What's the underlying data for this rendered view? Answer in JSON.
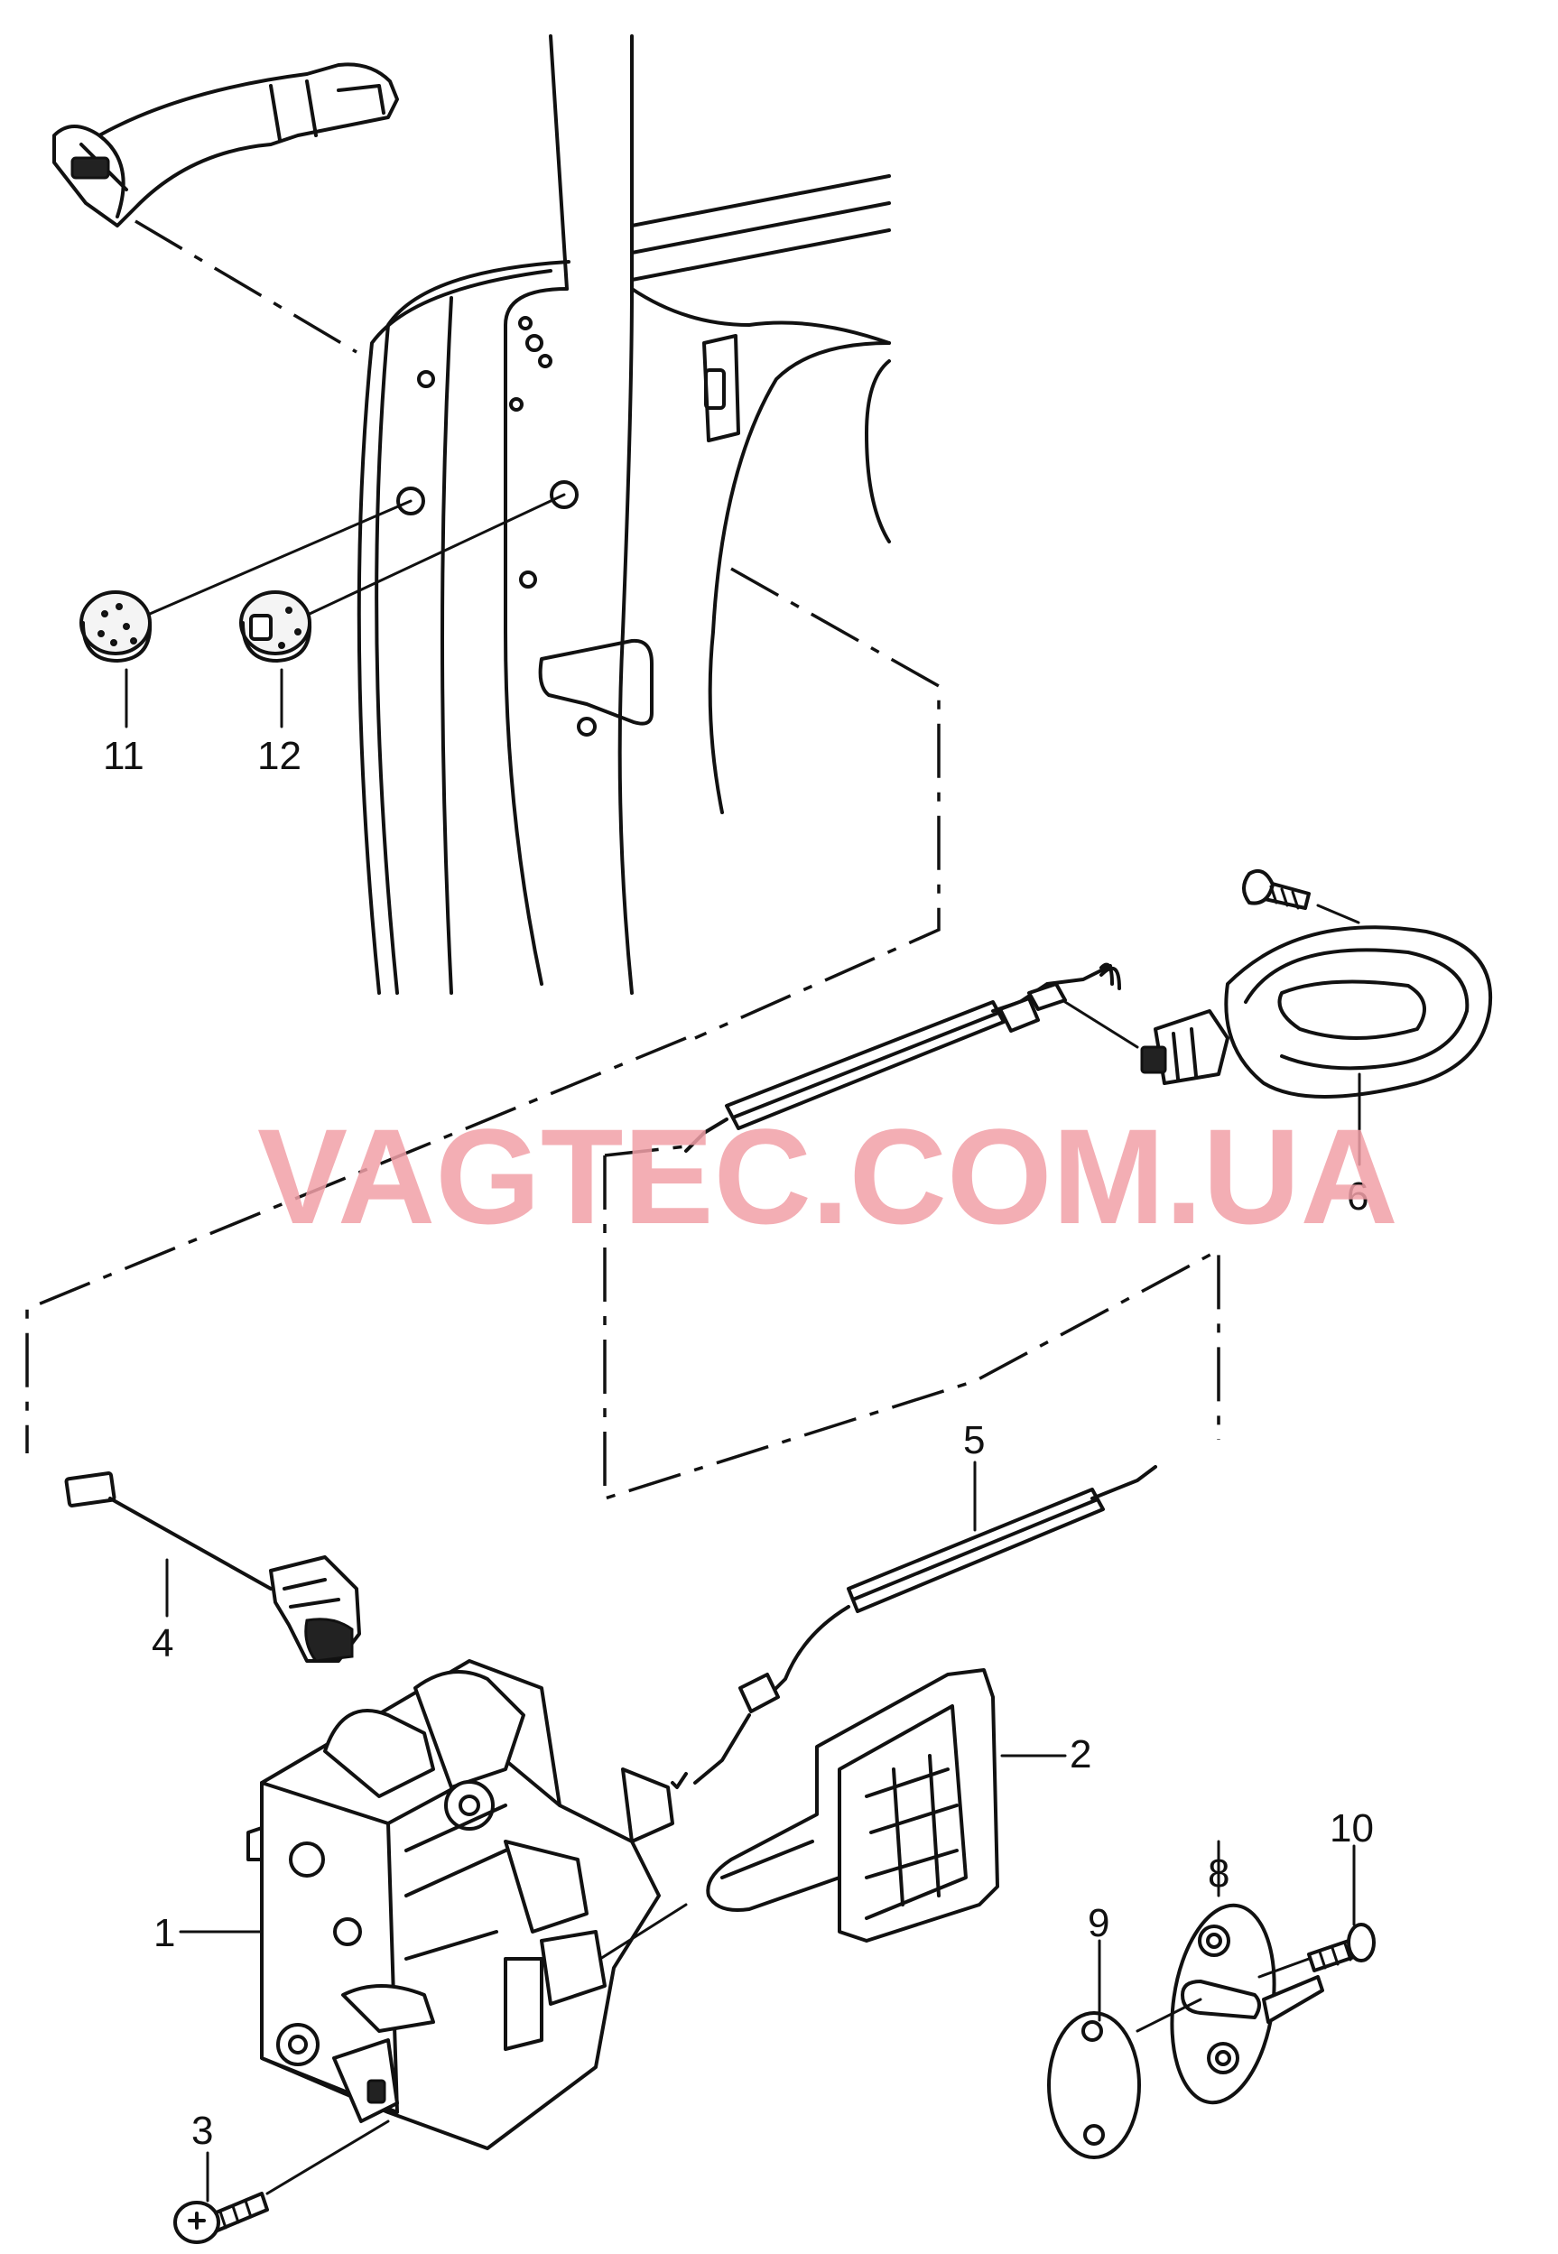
{
  "diagram": {
    "watermark": "VAGTEC.COM.UA",
    "callouts": [
      {
        "id": "c1",
        "label": "1"
      },
      {
        "id": "c2",
        "label": "2"
      },
      {
        "id": "c3",
        "label": "3"
      },
      {
        "id": "c4",
        "label": "4"
      },
      {
        "id": "c5",
        "label": "5"
      },
      {
        "id": "c6",
        "label": "6"
      },
      {
        "id": "c8",
        "label": "8"
      },
      {
        "id": "c9",
        "label": "9"
      },
      {
        "id": "c10",
        "label": "10"
      },
      {
        "id": "c11",
        "label": "11"
      },
      {
        "id": "c12",
        "label": "12"
      }
    ],
    "colors": {
      "line": "#111111",
      "watermark": "#f2a0a8",
      "background": "#ffffff"
    }
  }
}
